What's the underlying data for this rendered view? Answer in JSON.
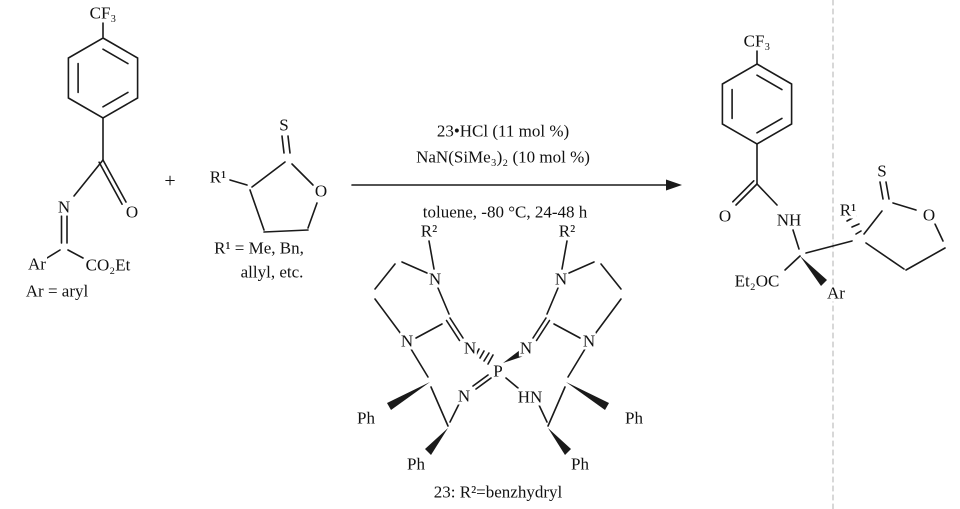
{
  "reactant1": {
    "cf3": "CF₃",
    "o": "O",
    "n": "N",
    "ar": "Ar",
    "co2et": "CO₂Et",
    "ar_def": "Ar = aryl"
  },
  "plus_sign": "+",
  "reactant2": {
    "s": "S",
    "o": "O",
    "r1": "R¹",
    "r1_def1": "R¹ = Me, Bn,",
    "r1_def2": "allyl, etc."
  },
  "conditions": {
    "reagent1": "23•HCl (11 mol %)",
    "reagent2": "NaN(SiMe₃)₂ (10 mol %)",
    "solvent": "toluene, -80 °C, 24-48 h"
  },
  "catalyst": {
    "r2_left": "R²",
    "r2_right": "R²",
    "n_ring_left_top": "N",
    "n_ring_left_bottom": "N",
    "n_ring_right_top": "N",
    "n_ring_right_bottom": "N",
    "n_exo_left": "N",
    "n_exo_right": "N",
    "p": "P",
    "n_imino": "N",
    "hn": "HN",
    "ph_left_upper": "Ph",
    "ph_left_lower": "Ph",
    "ph_right_upper": "Ph",
    "ph_right_lower": "Ph",
    "caption": "23: R²=benzhydryl"
  },
  "product": {
    "cf3": "CF₃",
    "o": "O",
    "nh": "NH",
    "et2oc": "Et₂OC",
    "ar": "Ar",
    "r1": "R¹",
    "s": "S",
    "o_ring": "O"
  }
}
